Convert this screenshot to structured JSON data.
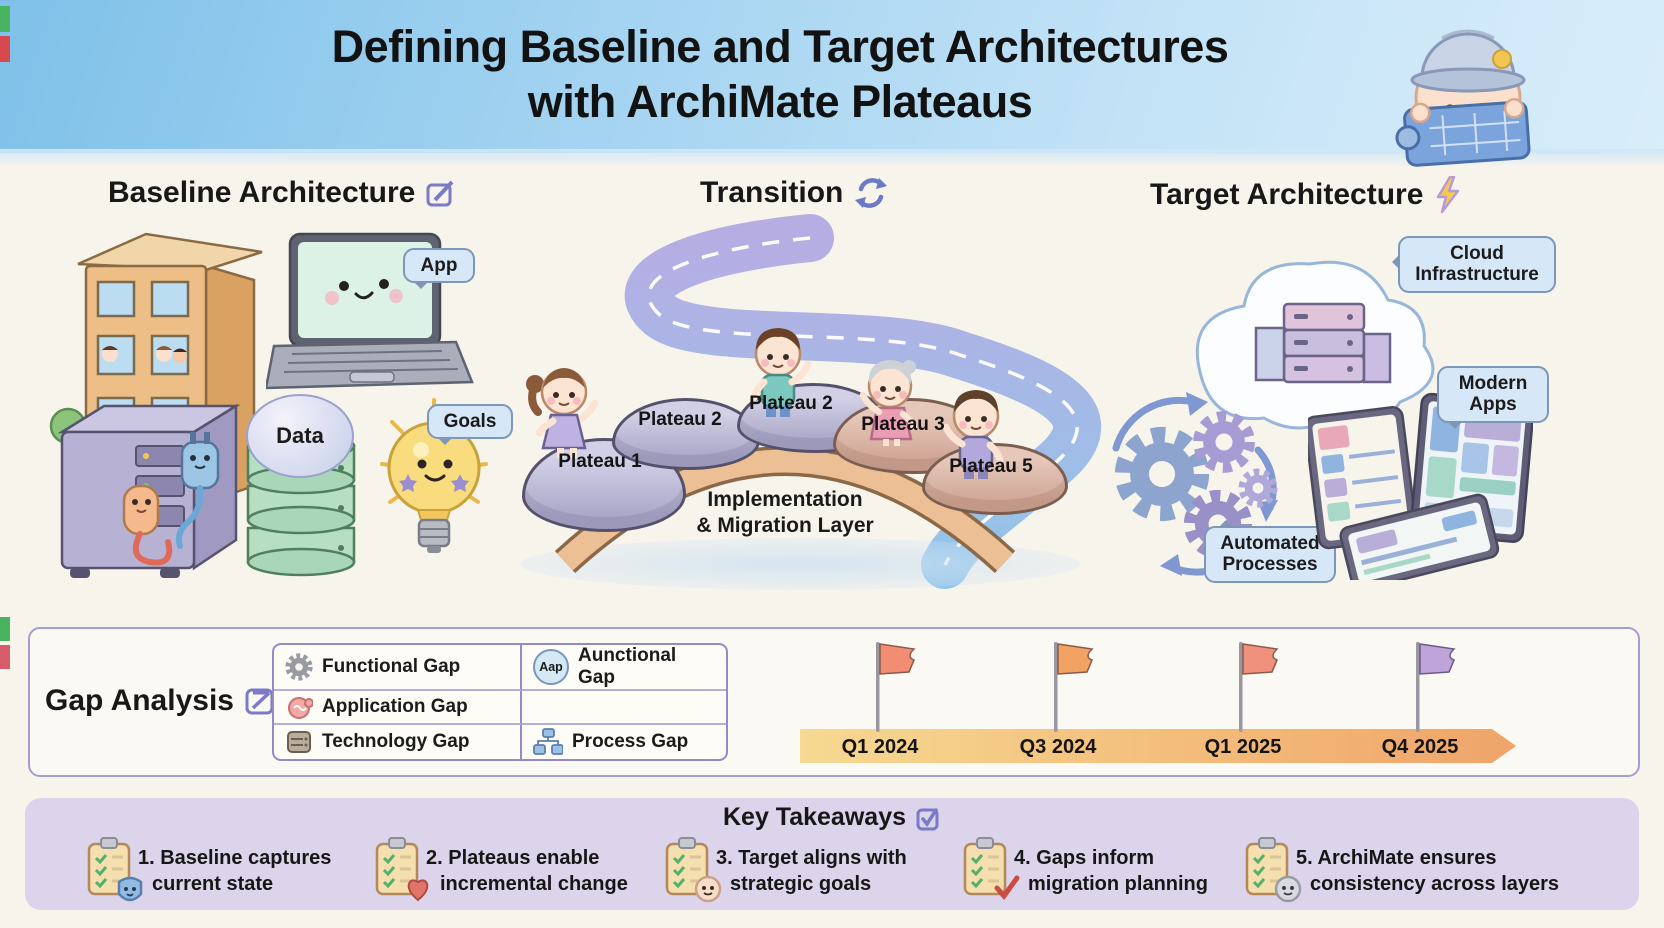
{
  "title": {
    "line1": "Defining Baseline and Target Architectures",
    "line2": "with ArchiMate Plateaus"
  },
  "baseline": {
    "heading": "Baseline Architecture",
    "app_label": "App",
    "data_label": "Data",
    "goals_label": "Goals"
  },
  "transition": {
    "heading": "Transition",
    "plateaus": [
      {
        "label": "Plateau 1"
      },
      {
        "label": "Plateau 2"
      },
      {
        "label": "Plateau 2"
      },
      {
        "label": "Plateau 3"
      },
      {
        "label": "Plateau 5"
      }
    ],
    "layer_line1": "Implementation",
    "layer_line2": "& Migration Layer"
  },
  "target": {
    "heading": "Target Architecture",
    "cloud_label": "Cloud Infrastructure",
    "automated_label": "Automated Processes",
    "modern_apps_label": "Modern Apps"
  },
  "gap_analysis": {
    "heading": "Gap Analysis",
    "functional": "Functional Gap",
    "aap_badge": "Aap",
    "aunctional": "Aunctional Gap",
    "application": "Application Gap",
    "technology": "Technology Gap",
    "process": "Process Gap"
  },
  "timeline": {
    "milestones": [
      {
        "label": "Q1 2024",
        "flag_color": "#f28d74"
      },
      {
        "label": "Q3 2024",
        "flag_color": "#f2a263"
      },
      {
        "label": "Q1 2025",
        "flag_color": "#f0917e"
      },
      {
        "label": "Q4 2025",
        "flag_color": "#bfa4da"
      }
    ]
  },
  "key_takeaways": {
    "heading": "Key Takeaways",
    "items": [
      {
        "line1": "1. Baseline captures",
        "line2": "current state"
      },
      {
        "line1": "2. Plateaus enable",
        "line2": "incremental change"
      },
      {
        "line1": "3. Target aligns with",
        "line2": "strategic goals"
      },
      {
        "line1": "4. Gaps inform",
        "line2": "migration planning"
      },
      {
        "line1": "5. ArchiMate ensures",
        "line2": "consistency across layers"
      }
    ]
  },
  "colors": {
    "accent_purple": "#7b79c8",
    "sky": "#9ccdee",
    "timeline_start": "#f6d992",
    "timeline_end": "#efa469",
    "takeaway_band": "#dbd4eb"
  }
}
